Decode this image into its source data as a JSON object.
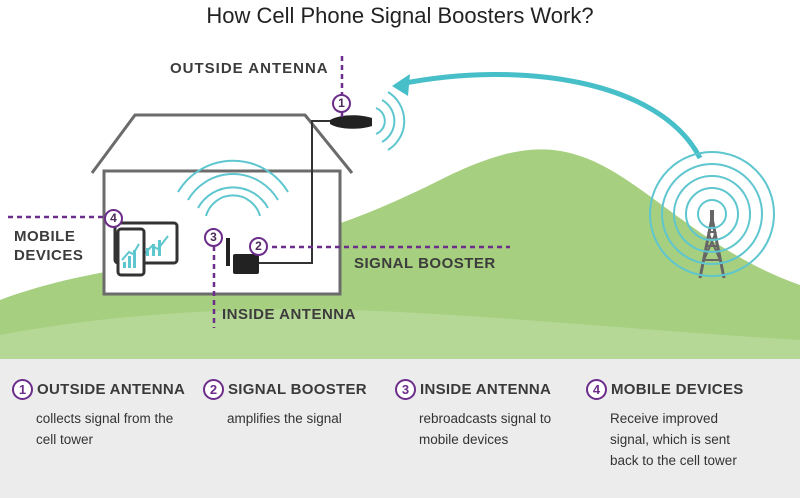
{
  "title": "How Cell Phone Signal Boosters Work?",
  "labels": {
    "outside_antenna": "OUTSIDE  ANTENNA",
    "signal_booster": "SIGNAL BOOSTER",
    "inside_antenna": "INSIDE ANTENNA",
    "mobile_line1": "MOBILE",
    "mobile_line2": "DEVICES"
  },
  "badges": [
    "1",
    "2",
    "3",
    "4"
  ],
  "legend": [
    {
      "num": "1",
      "title": "OUTSIDE ANTENNA",
      "desc": "collects signal from the\ncell tower"
    },
    {
      "num": "2",
      "title": "SIGNAL BOOSTER",
      "desc": "amplifies the signal"
    },
    {
      "num": "3",
      "title": "INSIDE ANTENNA",
      "desc": "rebroadcasts signal to\nmobile devices"
    },
    {
      "num": "4",
      "title": "MOBILE DEVICES",
      "desc": "Receive improved\nsignal, which is sent\nback to the cell tower"
    }
  ],
  "colors": {
    "hill": "#a6cf7f",
    "hill_light": "#bcdca0",
    "house_line": "#6b6b6b",
    "signal": "#5ec6cf",
    "accent_purple": "#6b2c8a",
    "legend_bg": "#ececec"
  }
}
